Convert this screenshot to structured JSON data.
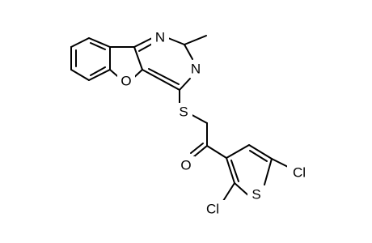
{
  "molecule": {
    "atom_labels": {
      "N_top": "N",
      "N_mid": "N",
      "O_ring": "O",
      "S_thioether": "S",
      "O_carbonyl": "O",
      "S_thiophene": "S",
      "Cl_right": "Cl",
      "Cl_bottom": "Cl"
    }
  }
}
